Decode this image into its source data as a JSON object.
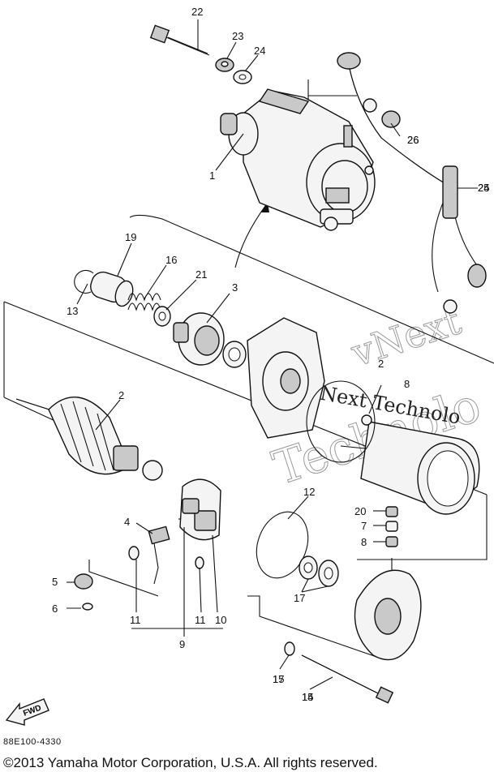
{
  "diagram": {
    "callouts": [
      {
        "id": "c1",
        "label": "1"
      },
      {
        "id": "c2",
        "label": "2"
      },
      {
        "id": "c3",
        "label": "3"
      },
      {
        "id": "c4",
        "label": "4"
      },
      {
        "id": "c5",
        "label": "5"
      },
      {
        "id": "c6",
        "label": "6"
      },
      {
        "id": "c7",
        "label": "7"
      },
      {
        "id": "c8",
        "label": "8"
      },
      {
        "id": "c9",
        "label": "9"
      },
      {
        "id": "c10",
        "label": "10"
      },
      {
        "id": "c11a",
        "label": "11"
      },
      {
        "id": "c11b",
        "label": "11"
      },
      {
        "id": "c11c",
        "label": "11"
      },
      {
        "id": "c12",
        "label": "12"
      },
      {
        "id": "c13",
        "label": "13"
      },
      {
        "id": "c14",
        "label": "14"
      },
      {
        "id": "c15",
        "label": "15"
      },
      {
        "id": "c16",
        "label": "16"
      },
      {
        "id": "c17",
        "label": "17"
      },
      {
        "id": "c18",
        "label": "8"
      },
      {
        "id": "c19",
        "label": "19"
      },
      {
        "id": "c20",
        "label": "20"
      },
      {
        "id": "c21",
        "label": "21"
      },
      {
        "id": "c22",
        "label": "22"
      },
      {
        "id": "c23",
        "label": "23"
      },
      {
        "id": "c24",
        "label": "24"
      },
      {
        "id": "c25",
        "label": "25"
      },
      {
        "id": "c26",
        "label": "26"
      }
    ],
    "fwd_label": "FWD",
    "watermark_line1": "vNext Technolo",
    "watermark_line2": "Technolo",
    "watermark_line3": "vNext"
  },
  "footer": {
    "code": "88E100-4330",
    "copyright": "©2013 Yamaha Motor Corporation, U.S.A. All rights reserved."
  }
}
